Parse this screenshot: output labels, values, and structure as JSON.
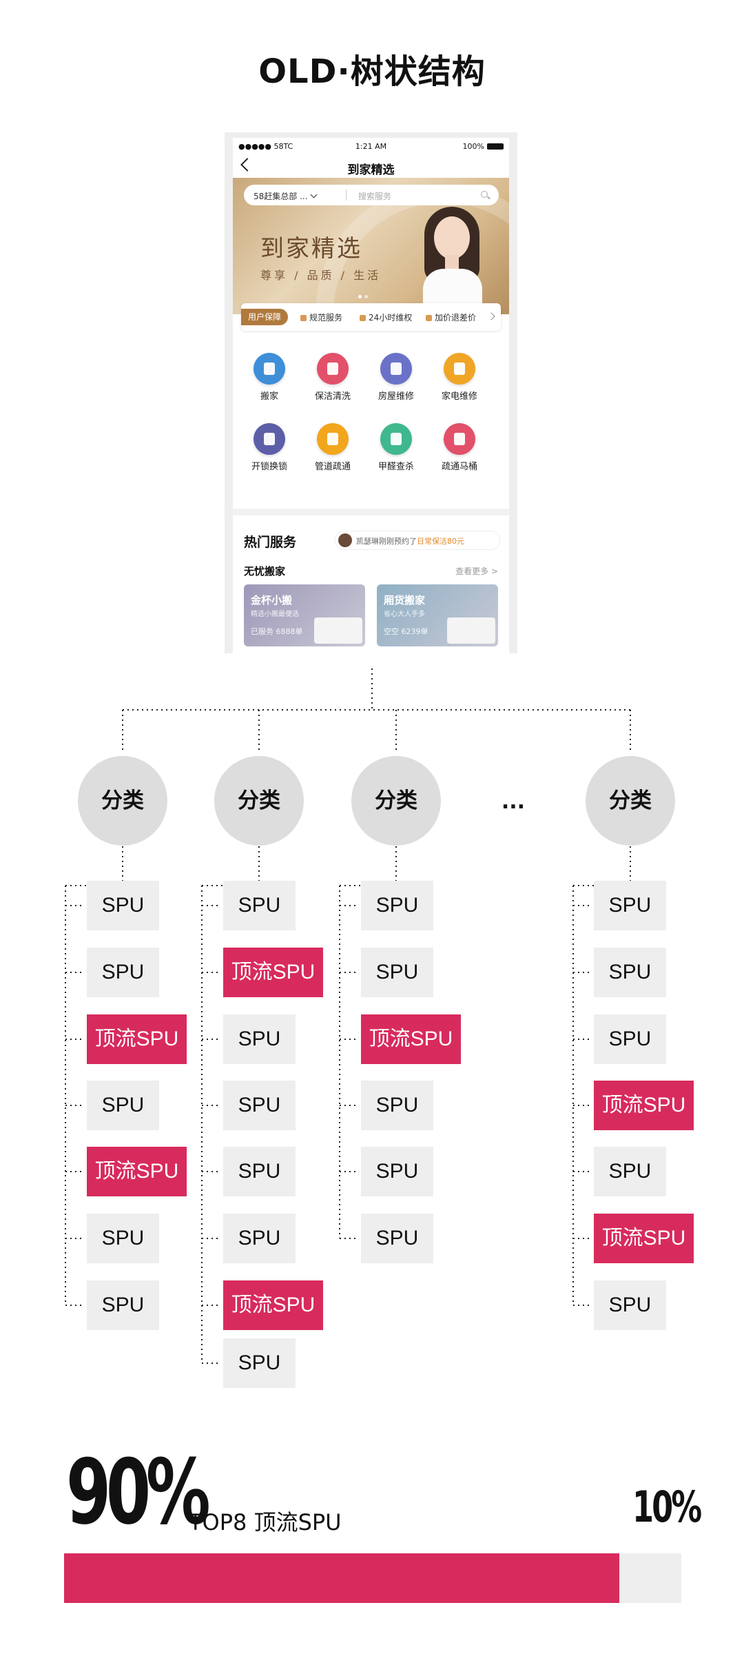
{
  "title": "OLD·树状结构",
  "phone": {
    "status": {
      "carrier": "●●●●● 58TC",
      "time": "1:21 AM",
      "battery": "100%"
    },
    "nav_title": "到家精选",
    "search": {
      "location": "58赶集总部 ...",
      "placeholder": "搜索服务"
    },
    "banner": {
      "title": "到家精选",
      "subtitle": "尊享 / 品质 / 生活"
    },
    "guarantee": {
      "badge": "用户保障",
      "items": [
        "规范服务",
        "24小时维权",
        "加价退差价"
      ]
    },
    "icons": [
      {
        "label": "搬家",
        "color": "#3f8fd8",
        "icon": "truck-icon"
      },
      {
        "label": "保洁清洗",
        "color": "#e2506a",
        "icon": "spray-bottle-icon"
      },
      {
        "label": "房屋维修",
        "color": "#6a72c8",
        "icon": "house-icon"
      },
      {
        "label": "家电维修",
        "color": "#f0a526",
        "icon": "washer-icon"
      },
      {
        "label": "开锁换锁",
        "color": "#5c5fa8",
        "icon": "lock-icon"
      },
      {
        "label": "管道疏通",
        "color": "#f2a61c",
        "icon": "pipe-icon"
      },
      {
        "label": "甲醛查杀",
        "color": "#3fb88e",
        "icon": "bottle-icon"
      },
      {
        "label": "疏通马桶",
        "color": "#e2506a",
        "icon": "toilet-icon"
      }
    ],
    "hot_title": "热门服务",
    "hot_pill": {
      "text": "凯瑟琳刚刚预约了",
      "highlight": "日常保洁80元"
    },
    "section_title": "无忧搬家",
    "more": "查看更多 >",
    "cards": [
      {
        "title": "金杯小搬",
        "sub": "精选小搬最便选",
        "price": "已服务 6888单",
        "color": "#9d98b8"
      },
      {
        "title": "厢货搬家",
        "sub": "省心大人手多",
        "price": "空空 6239单",
        "color": "#8fb0c4"
      }
    ]
  },
  "tree": {
    "category_label": "分类",
    "ellipsis": "...",
    "columns": [
      {
        "items": [
          {
            "text": "SPU",
            "top": false
          },
          {
            "text": "SPU",
            "top": false
          },
          {
            "text": "顶流SPU",
            "top": true
          },
          {
            "text": "SPU",
            "top": false
          },
          {
            "text": "顶流SPU",
            "top": true
          },
          {
            "text": "SPU",
            "top": false
          },
          {
            "text": "SPU",
            "top": false
          }
        ]
      },
      {
        "items": [
          {
            "text": "SPU",
            "top": false
          },
          {
            "text": "顶流SPU",
            "top": true
          },
          {
            "text": "SPU",
            "top": false
          },
          {
            "text": "SPU",
            "top": false
          },
          {
            "text": "SPU",
            "top": false
          },
          {
            "text": "SPU",
            "top": false
          },
          {
            "text": "顶流SPU",
            "top": true
          },
          {
            "text": "SPU",
            "top": false
          }
        ]
      },
      {
        "items": [
          {
            "text": "SPU",
            "top": false
          },
          {
            "text": "SPU",
            "top": false
          },
          {
            "text": "顶流SPU",
            "top": true
          },
          {
            "text": "SPU",
            "top": false
          },
          {
            "text": "SPU",
            "top": false
          },
          {
            "text": "SPU",
            "top": false
          }
        ]
      },
      {
        "items": [
          {
            "text": "SPU",
            "top": false
          },
          {
            "text": "SPU",
            "top": false
          },
          {
            "text": "SPU",
            "top": false
          },
          {
            "text": "顶流SPU",
            "top": true
          },
          {
            "text": "SPU",
            "top": false
          },
          {
            "text": "顶流SPU",
            "top": true
          },
          {
            "text": "SPU",
            "top": false
          }
        ]
      }
    ]
  },
  "stats": {
    "big_percent": "90%",
    "label": "TOP8 顶流SPU",
    "small_percent": "10%",
    "share": 0.9,
    "accent": "#d82b5d"
  }
}
